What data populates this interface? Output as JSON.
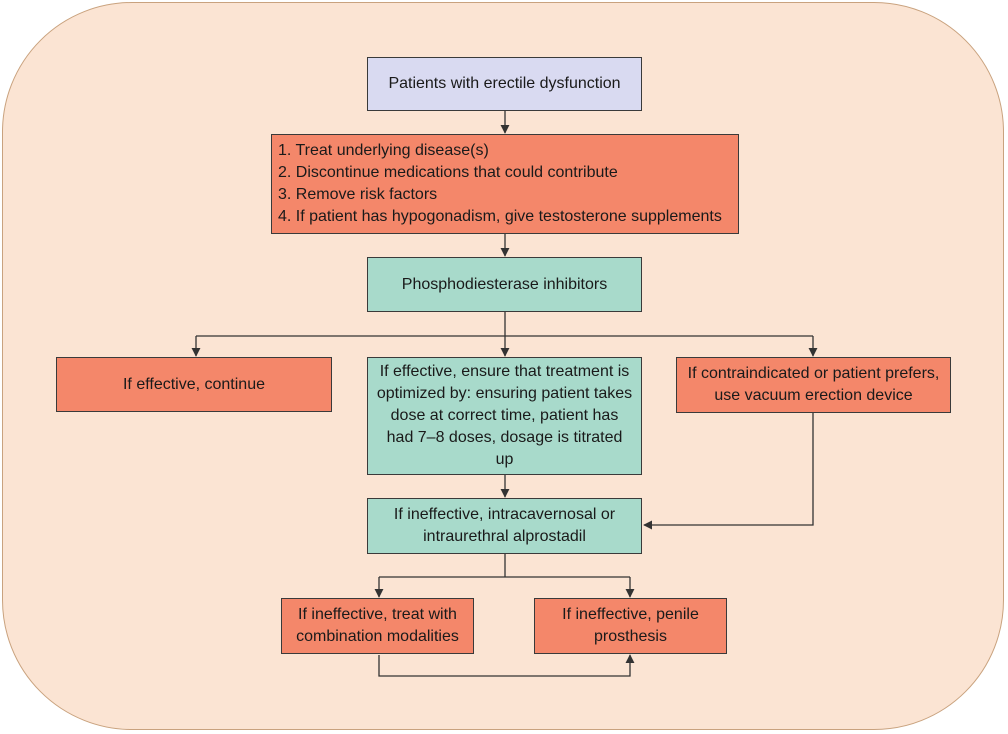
{
  "colors": {
    "panel_fill": "#fbe4d3",
    "panel_border": "#c9a27e",
    "lavender": "#d9daf1",
    "salmon": "#f4876a",
    "teal": "#a8dacb",
    "line": "#333333"
  },
  "nodes": {
    "start": "Patients with erectile dysfunction",
    "initial_steps": [
      "1.  Treat underlying disease(s)",
      "2.  Discontinue medications that could contribute",
      "3.  Remove risk factors",
      "4.  If patient has hypogonadism, give testosterone supplements"
    ],
    "pde5": "Phosphodiesterase inhibitors",
    "continue": "If effective, continue",
    "optimize": "If effective, ensure that treatment is optimized by: ensuring patient takes dose at correct time, patient has had 7–8 doses, dosage is titrated up",
    "vacuum": "If contraindicated or patient prefers, use vacuum erection device",
    "alprostadil": "If ineffective, intracavernosal or intraurethral alprostadil",
    "combination": "If ineffective, treat with combination modalities",
    "prosthesis": "If ineffective, penile prosthesis"
  }
}
